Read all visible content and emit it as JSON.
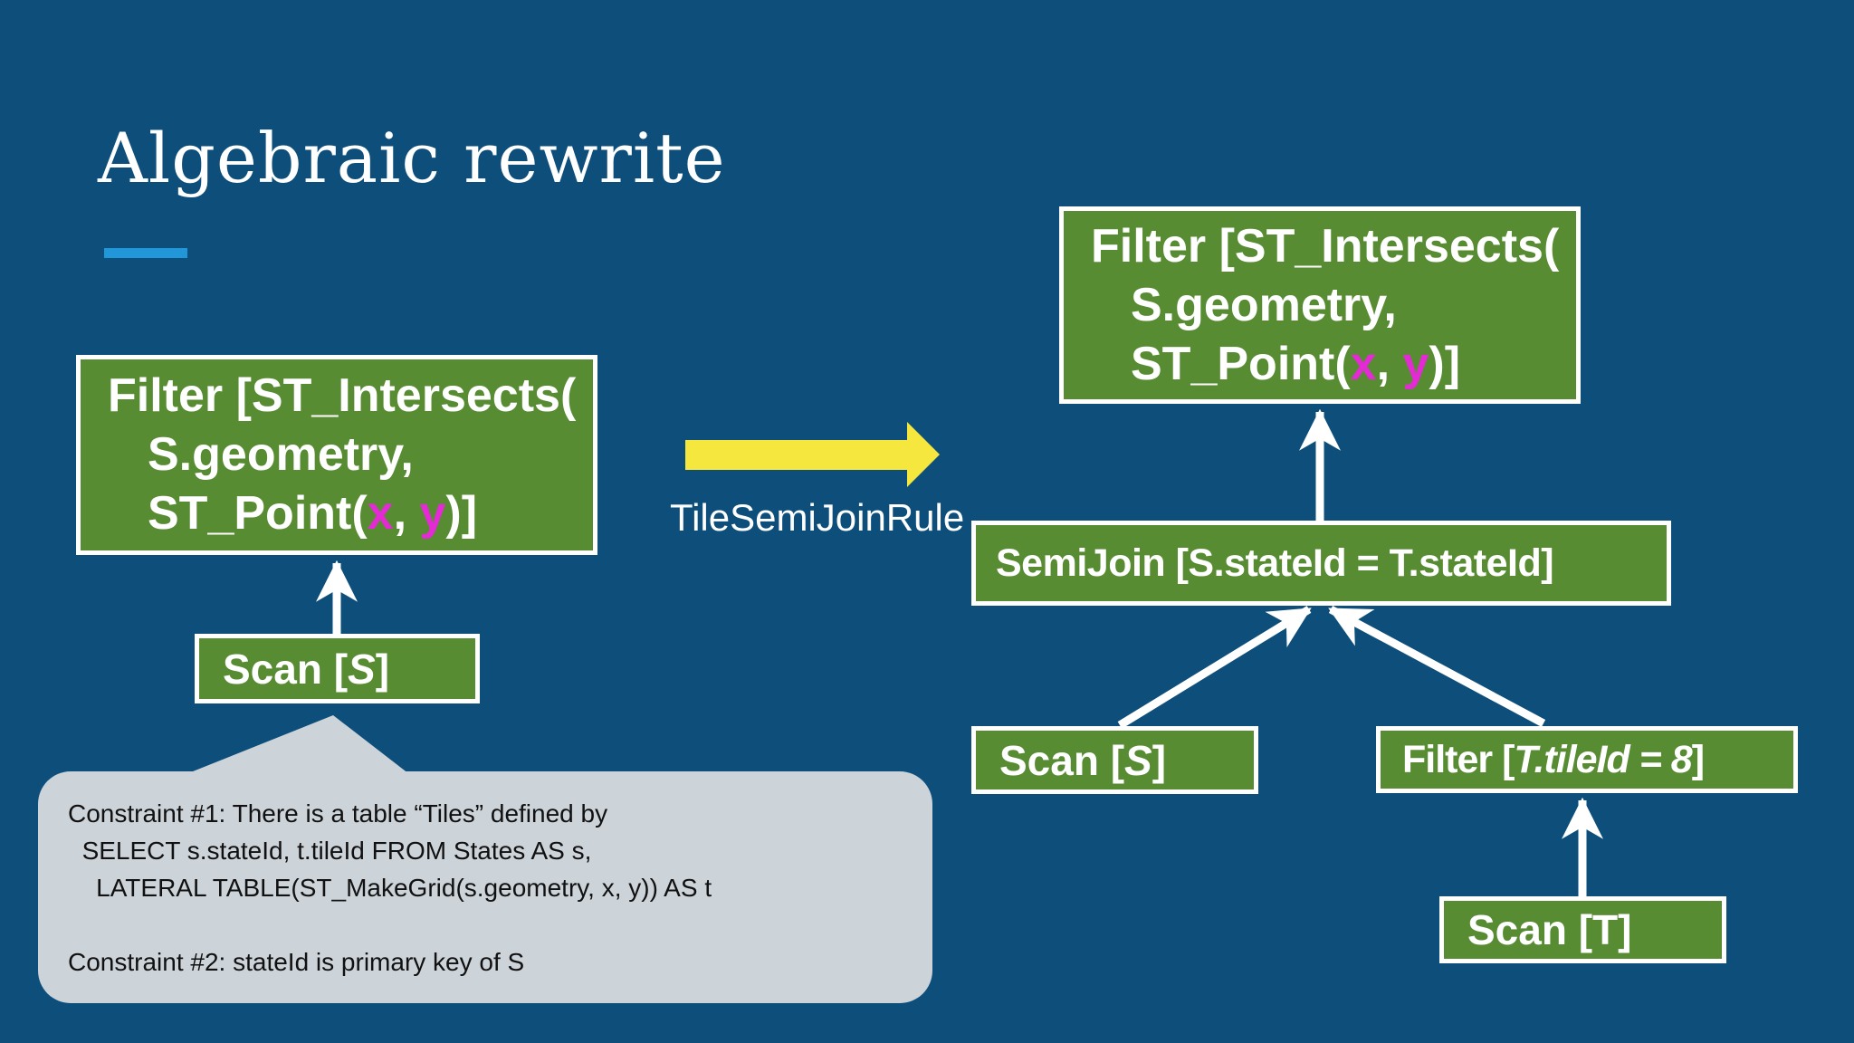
{
  "slide": {
    "title": "Algebraic rewrite",
    "rule_label": "TileSemiJoinRule"
  },
  "colors": {
    "background": "#0d4e7a",
    "node_green": "#588c33",
    "node_border": "#ffffff",
    "text_white": "#ffffff",
    "param_magenta": "#e32ad4",
    "rewrite_arrow_yellow": "#f6e73f",
    "callout_gray": "#ccd3d9",
    "title_accent_blue": "#2196d8"
  },
  "filter_node": {
    "line1": "Filter [ST_Intersects(",
    "line2": "S.geometry,",
    "line3_prefix": "ST_Point(",
    "param_x": "x",
    "separator": ", ",
    "param_y": "y",
    "line3_suffix": ")]"
  },
  "left_tree": {
    "scan_s": {
      "prefix": "Scan [",
      "table": "S",
      "suffix": "]"
    }
  },
  "right_tree": {
    "semijoin_label": "SemiJoin [S.stateId = T.stateId]",
    "scan_s": {
      "prefix": "Scan [",
      "table": "S",
      "suffix": "]"
    },
    "filter_t": {
      "prefix": "Filter [",
      "condition": "T.tileId = 8",
      "suffix": "]"
    },
    "scan_t": {
      "prefix": "Scan [",
      "table": "T",
      "suffix": "]"
    }
  },
  "callout": {
    "lines": [
      "Constraint #1: There is a table “Tiles” defined by",
      "  SELECT s.stateId, t.tileId FROM States AS s,",
      "    LATERAL TABLE(ST_MakeGrid(s.geometry, x, y)) AS t",
      "",
      "Constraint #2: stateId is primary key of S"
    ]
  }
}
